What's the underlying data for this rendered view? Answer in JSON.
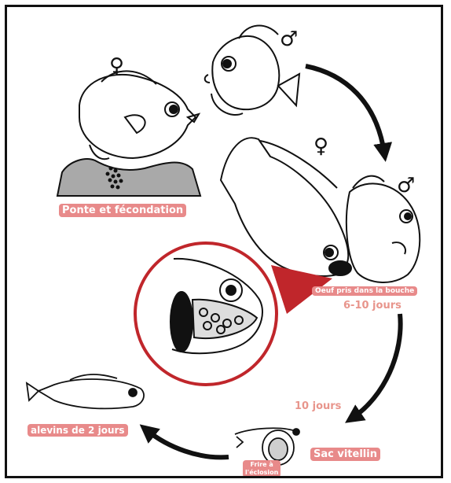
{
  "labels": {
    "spawning": "Ponte et fécondation",
    "mouth_egg": "Oeuf pris dans la bouche",
    "duration_mouth": "6-10 jours",
    "duration_yolk": "10 jours",
    "yolk_sac": "Sac vitellin",
    "hatch_fry_line1": "Frire à",
    "hatch_fry_line2": "l'éclosion",
    "fry_2days": "alevins de 2 jours"
  },
  "symbols": {
    "female": "♀",
    "male": "♂"
  },
  "colors": {
    "accent_pink": "#e88a8a",
    "accent_salmon_text": "#e8958c",
    "accent_red": "#c0262b",
    "rock": "#a9a9a9",
    "ink": "#111111"
  }
}
